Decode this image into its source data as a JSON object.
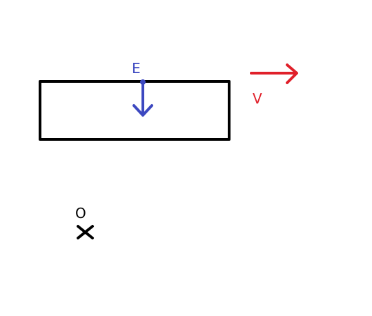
{
  "labels": {
    "field": "E",
    "velocity": "V",
    "origin": "O"
  },
  "colors": {
    "background": "#ffffff",
    "outline": "#000000",
    "field": "#3c48c0",
    "velocity": "#e0202a"
  }
}
